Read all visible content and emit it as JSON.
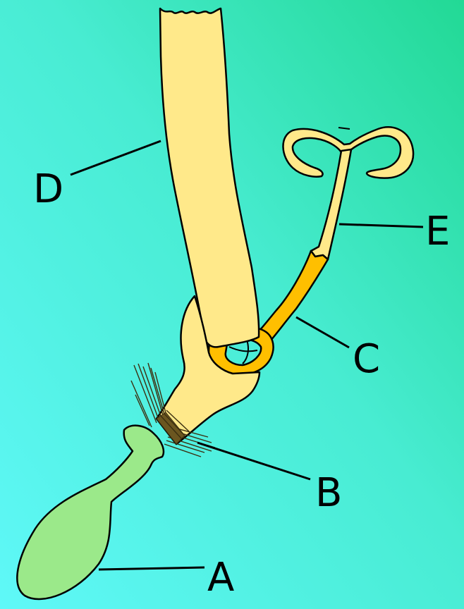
{
  "labels": {
    "a": "A",
    "b": "B",
    "c": "C",
    "d": "D",
    "e": "E"
  },
  "colors": {
    "background_start": "#5ff8f8",
    "background_end": "#22d995",
    "tube": "#ffe98a",
    "sheath": "#ffe98a",
    "collar": "#ffbf00",
    "bulb": "#9be98a",
    "bristles": "#6b5620",
    "outline": "#000000"
  }
}
